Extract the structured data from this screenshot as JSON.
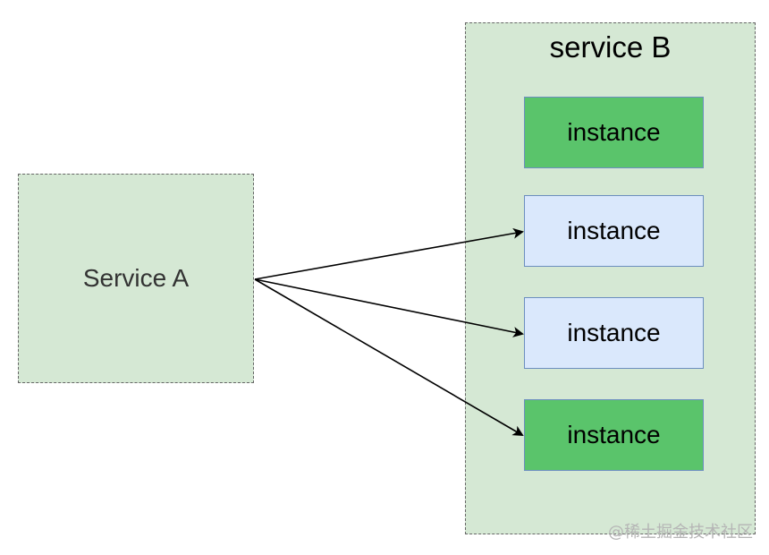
{
  "service_a": {
    "label": "Service A"
  },
  "service_b": {
    "label": "service B",
    "instances": [
      {
        "label": "instance",
        "state": "active"
      },
      {
        "label": "instance",
        "state": "idle"
      },
      {
        "label": "instance",
        "state": "idle"
      },
      {
        "label": "instance",
        "state": "active"
      }
    ]
  },
  "colors": {
    "container_fill": "#d5e8d4",
    "active_instance": "#5ac46b",
    "idle_instance": "#dae8fc",
    "instance_border": "#6c8ebf"
  },
  "watermark": "@稀土掘金技术社区"
}
